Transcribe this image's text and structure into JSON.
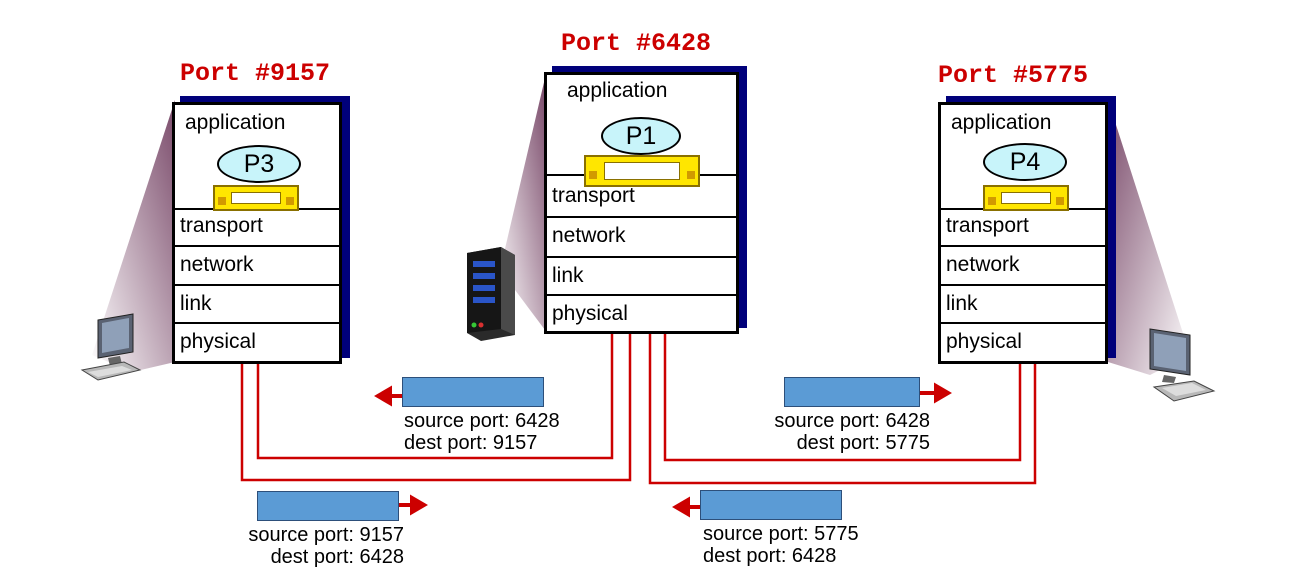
{
  "ports": [
    {
      "label": "Port #9157"
    },
    {
      "label": "Port #6428"
    },
    {
      "label": "Port #5775"
    }
  ],
  "stacks": [
    {
      "application": "application",
      "process": "P3",
      "layers": [
        "transport",
        "network",
        "link",
        "physical"
      ]
    },
    {
      "application": "application",
      "process": "P1",
      "layers": [
        "transport",
        "network",
        "link",
        "physical"
      ]
    },
    {
      "application": "application",
      "process": "P4",
      "layers": [
        "transport",
        "network",
        "link",
        "physical"
      ]
    }
  ],
  "segments": [
    {
      "source": "source port: 6428",
      "dest": "dest port: 9157",
      "direction": "left"
    },
    {
      "source": "source port: 6428",
      "dest": "dest port: 5775",
      "direction": "right"
    },
    {
      "source": "source port: 9157",
      "dest": "dest port: 6428",
      "direction": "right"
    },
    {
      "source": "source port: 5775",
      "dest": "dest port: 6428",
      "direction": "left"
    }
  ],
  "colors": {
    "port_label": "#cc0000",
    "arrow": "#cc0000",
    "segment": "#5b9bd5",
    "process": "#c8f4fa",
    "socket": "#ffe600",
    "stack_shadow": "#00007a"
  },
  "icons": [
    "desktop-computer-icon",
    "server-icon",
    "desktop-computer-icon"
  ]
}
